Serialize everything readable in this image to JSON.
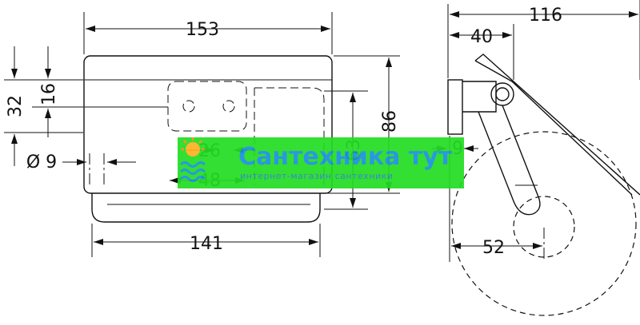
{
  "dimensions": {
    "width_top": "153",
    "width_bottom": "141",
    "height_32": "32",
    "height_16": "16",
    "height_86": "86",
    "height_63": "63",
    "diameter_9": "Ø 9",
    "inner_26": "26",
    "inner_48": "48",
    "side_116": "116",
    "side_40": "40",
    "side_9": "9",
    "radius_52": "52"
  },
  "watermark": {
    "title": "Сантехника тут",
    "subtitle": "интернет-магазин сантехники",
    "bg_color": "#22dd22",
    "text_color": "#1a8fe0"
  }
}
